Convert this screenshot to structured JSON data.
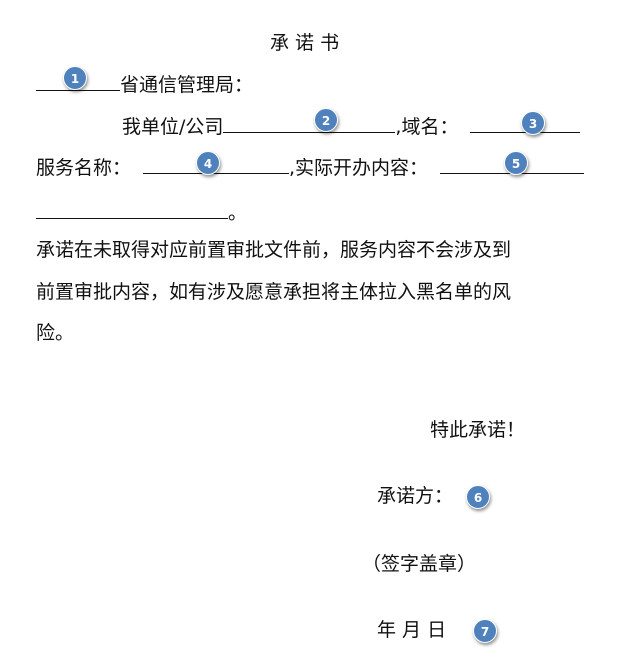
{
  "title": "承 诺 书",
  "line1": {
    "suffix": "省通信管理局："
  },
  "line2": {
    "prefix": "我单位/公司",
    "mid": ",域名："
  },
  "line3": {
    "prefix": "服务名称：",
    "mid": ",实际开办内容："
  },
  "line4": {
    "suffix": "。"
  },
  "paragraph": [
    "承诺在未取得对应前置审批文件前，服务内容不会涉及到",
    "前置审批内容，如有涉及愿意承担将主体拉入黑名单的风",
    "险。"
  ],
  "closing": "特此承诺！",
  "promisor": "承诺方：",
  "sign": "（签字盖章）",
  "date": "年  月  日",
  "badges": [
    "1",
    "2",
    "3",
    "4",
    "5",
    "6",
    "7"
  ],
  "colors": {
    "badge": "#4f81bd"
  }
}
